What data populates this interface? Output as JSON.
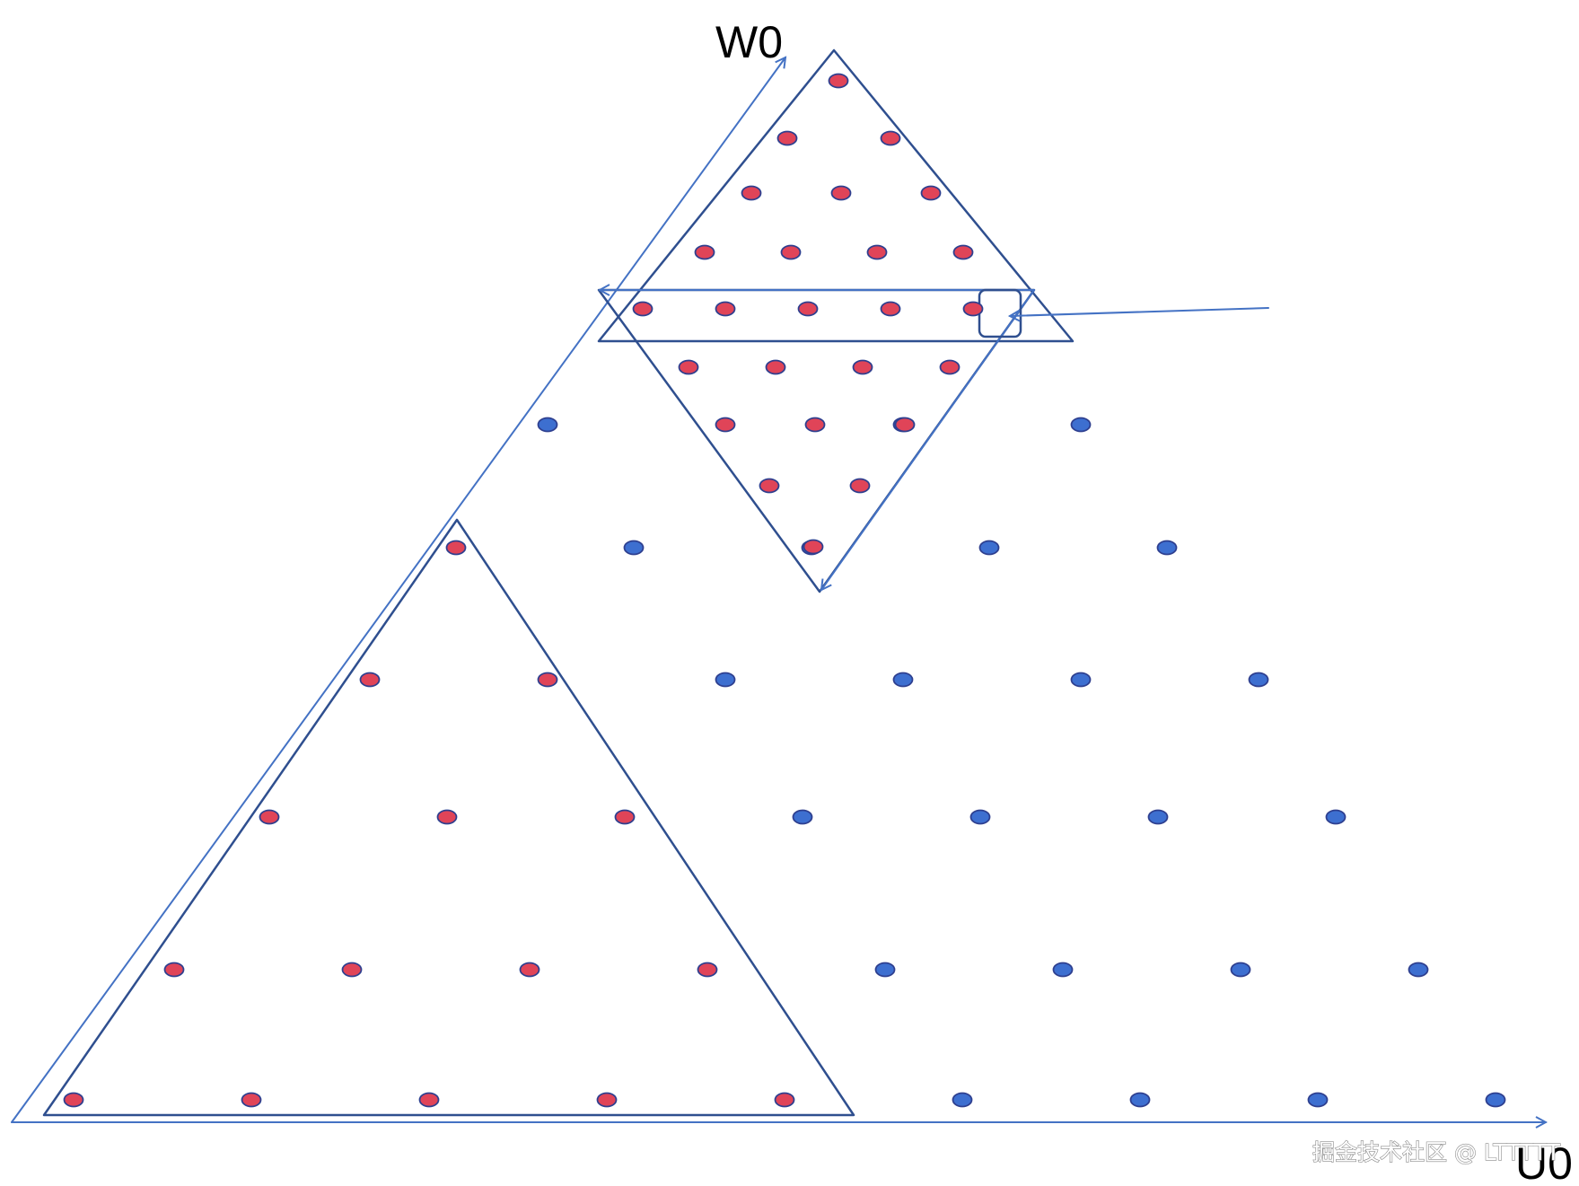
{
  "labels": {
    "w_axis": "W0",
    "u_axis": "U0",
    "watermark": "掘金技术社区 @ LTTTTT"
  },
  "colors": {
    "axis_line": "#4472C4",
    "triangle_outline": "#2F4F8F",
    "dot_red": "#E04458",
    "dot_blue": "#3D6FD0",
    "dot_outline": "#2E3F8F",
    "background": "#FFFFFF"
  },
  "grid": {
    "rows": 9,
    "description_note": ""
  },
  "lattice": {
    "row_counts": [
      1,
      2,
      3,
      4,
      5,
      6,
      7,
      8,
      9
    ],
    "red_dots": [
      [
        0,
        0
      ],
      [
        1,
        0
      ],
      [
        2,
        0
      ],
      [
        3,
        0
      ],
      [
        4,
        0
      ],
      [
        0,
        1
      ],
      [
        1,
        1
      ],
      [
        2,
        1
      ],
      [
        3,
        1
      ],
      [
        0,
        2
      ],
      [
        1,
        2
      ],
      [
        2,
        2
      ],
      [
        0,
        3
      ],
      [
        1,
        3
      ],
      [
        0,
        4
      ]
    ],
    "blue_dots": [
      [
        5,
        0
      ],
      [
        6,
        0
      ],
      [
        7,
        0
      ],
      [
        8,
        0
      ],
      [
        4,
        1
      ],
      [
        5,
        1
      ],
      [
        6,
        1
      ],
      [
        7,
        1
      ],
      [
        3,
        2
      ],
      [
        4,
        2
      ],
      [
        5,
        2
      ],
      [
        6,
        2
      ],
      [
        2,
        3
      ],
      [
        3,
        3
      ],
      [
        4,
        3
      ],
      [
        5,
        3
      ],
      [
        1,
        4
      ],
      [
        2,
        4
      ],
      [
        3,
        4
      ],
      [
        4,
        4
      ],
      [
        0,
        5
      ],
      [
        2,
        5
      ],
      [
        3,
        5
      ]
    ]
  },
  "upper_cluster": {
    "red_dots": [
      [
        0,
        0
      ],
      [
        0,
        1
      ],
      [
        1,
        1
      ],
      [
        0,
        2
      ],
      [
        1,
        2
      ],
      [
        2,
        2
      ],
      [
        0,
        3
      ],
      [
        1,
        3
      ],
      [
        2,
        3
      ],
      [
        3,
        3
      ],
      [
        0,
        4
      ],
      [
        1,
        4
      ],
      [
        2,
        4
      ],
      [
        3,
        4
      ],
      [
        4,
        4
      ],
      [
        0,
        5
      ],
      [
        1,
        5
      ],
      [
        2,
        5
      ],
      [
        3,
        5
      ],
      [
        0,
        6
      ],
      [
        1,
        6
      ],
      [
        2,
        6
      ],
      [
        0,
        7
      ],
      [
        1,
        7
      ],
      [
        0,
        8
      ]
    ],
    "highlighted_index": [
      4,
      4
    ]
  }
}
